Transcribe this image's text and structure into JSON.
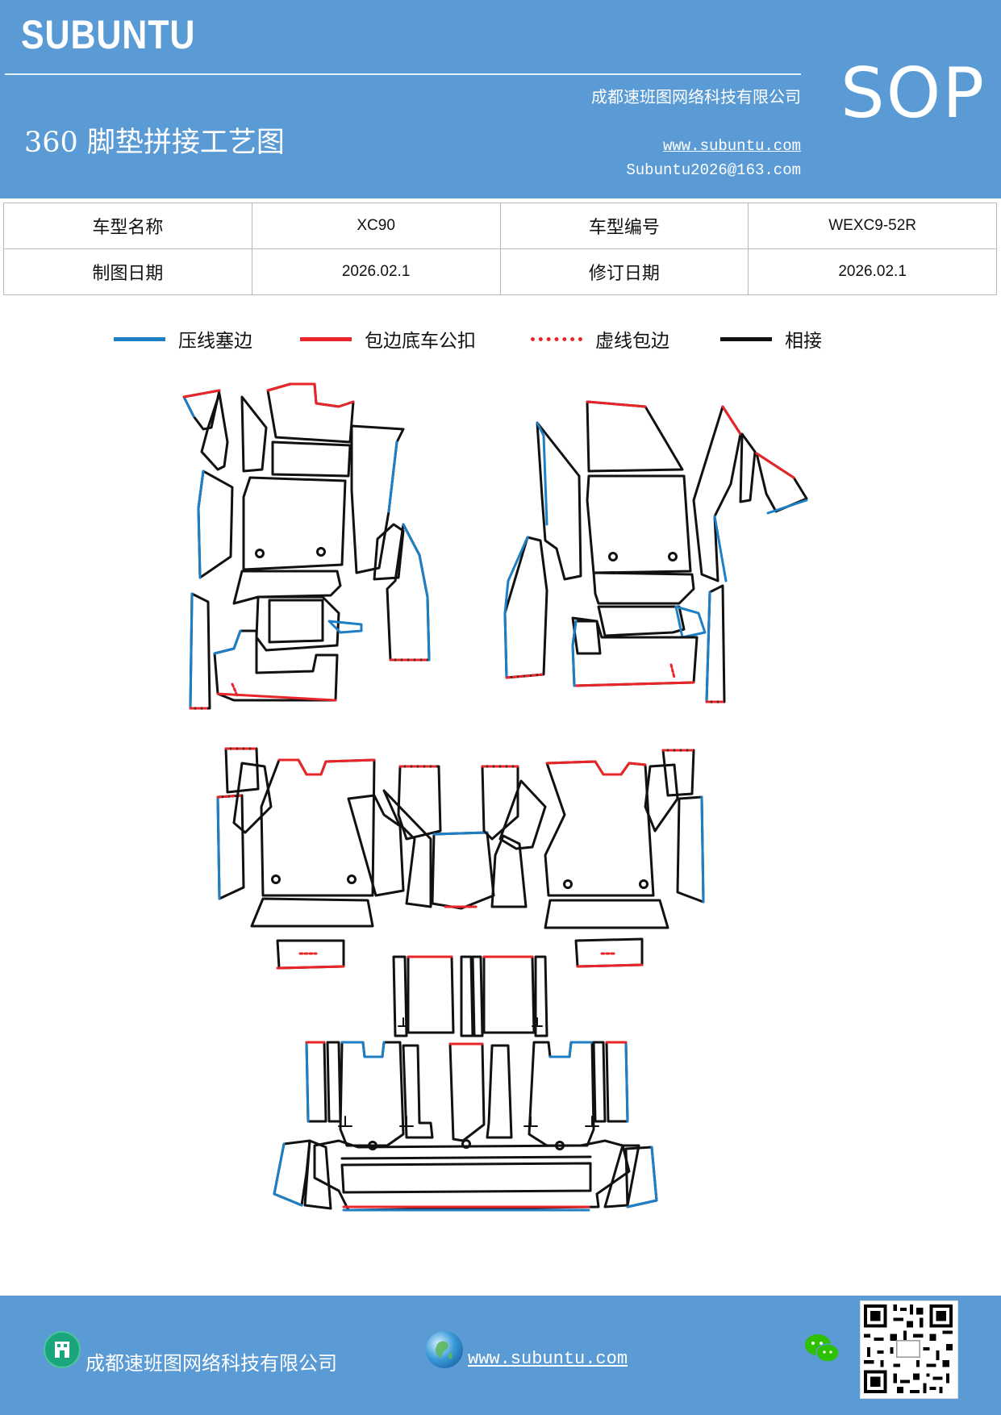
{
  "header": {
    "brand": "SUBUNTU",
    "company": "成都速班图网络科技有限公司",
    "title": "360 脚垫拼接工艺图",
    "url": "www.subuntu.com",
    "email": "Subuntu2026@163.com",
    "badge": "SOP"
  },
  "info": {
    "rows": [
      {
        "label1": "车型名称",
        "value1": "XC90",
        "label2": "车型编号",
        "value2": "WEXC9-52R"
      },
      {
        "label1": "制图日期",
        "value1": "2026.02.1",
        "label2": "修订日期",
        "value2": "2026.02.1"
      }
    ]
  },
  "legend": {
    "items": [
      {
        "label": "压线塞边",
        "color": "#1f7fc4",
        "style": "solid"
      },
      {
        "label": "包边底车公扣",
        "color": "#e8262a",
        "style": "solid"
      },
      {
        "label": "虚线包边",
        "color": "#e8262a",
        "style": "dotted"
      },
      {
        "label": "相接",
        "color": "#111111",
        "style": "solid"
      }
    ]
  },
  "footer": {
    "company": "成都速班图网络科技有限公司",
    "url": "www.subuntu.com",
    "icons": {
      "company": "building-icon",
      "web": "globe-icon",
      "social": "wechat-icon",
      "qr": "qr-code-icon"
    }
  },
  "colors": {
    "header_bg": "#5b9bd5",
    "blue_edge": "#1f7fc4",
    "red_edge": "#e8262a",
    "black_edge": "#111111"
  }
}
